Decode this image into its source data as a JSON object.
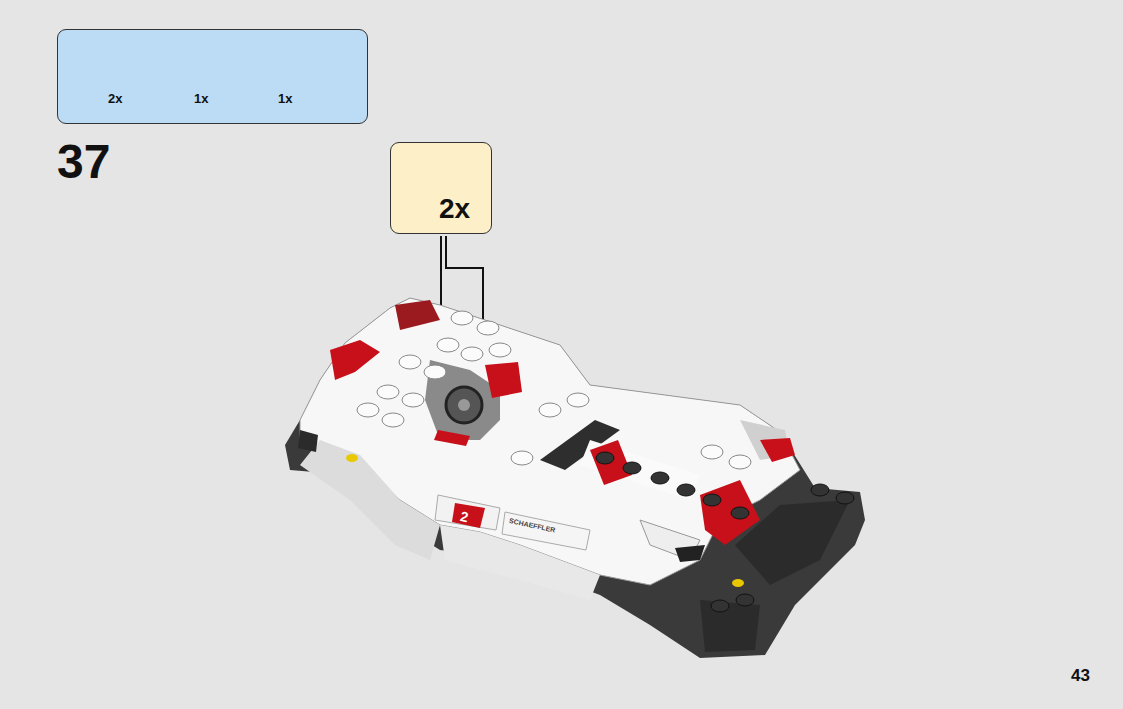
{
  "diagram": {
    "nodes": [
      {
        "text": [
          "2x",
          "1x",
          "1x"
        ]
      },
      {
        "text": [
          "2x"
        ]
      }
    ],
    "labels": [
      "37",
      "2",
      "SCHAEFFLER",
      "43"
    ]
  }
}
